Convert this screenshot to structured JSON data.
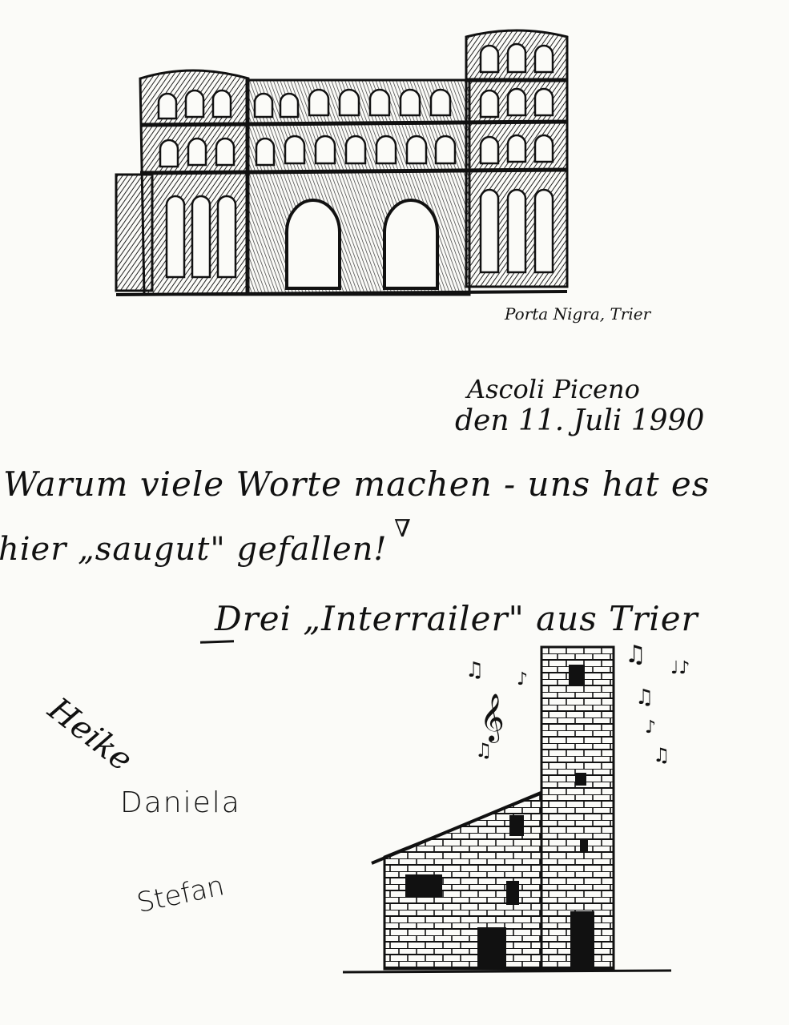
{
  "drawings": {
    "top": {
      "icon": "porta-nigra-gate-drawing"
    },
    "bottom": {
      "icon": "stone-tower-house-drawing",
      "notes_icon": "music-notes-icon"
    }
  },
  "caption": "Porta Nigra, Trier",
  "place": "Ascoli Piceno",
  "date": "den 11. Juli 1990",
  "message": {
    "line1": "Warum viele Worte machen - uns hat es",
    "line2": "hier „saugut\" gefallen!",
    "mark": "∇"
  },
  "signature": "Drei „Interrailer\" aus Trier",
  "names": [
    "Heike",
    "Daniela",
    "Stefan"
  ],
  "colors": {
    "ink": "#111111",
    "paper": "#fbfbf8"
  }
}
